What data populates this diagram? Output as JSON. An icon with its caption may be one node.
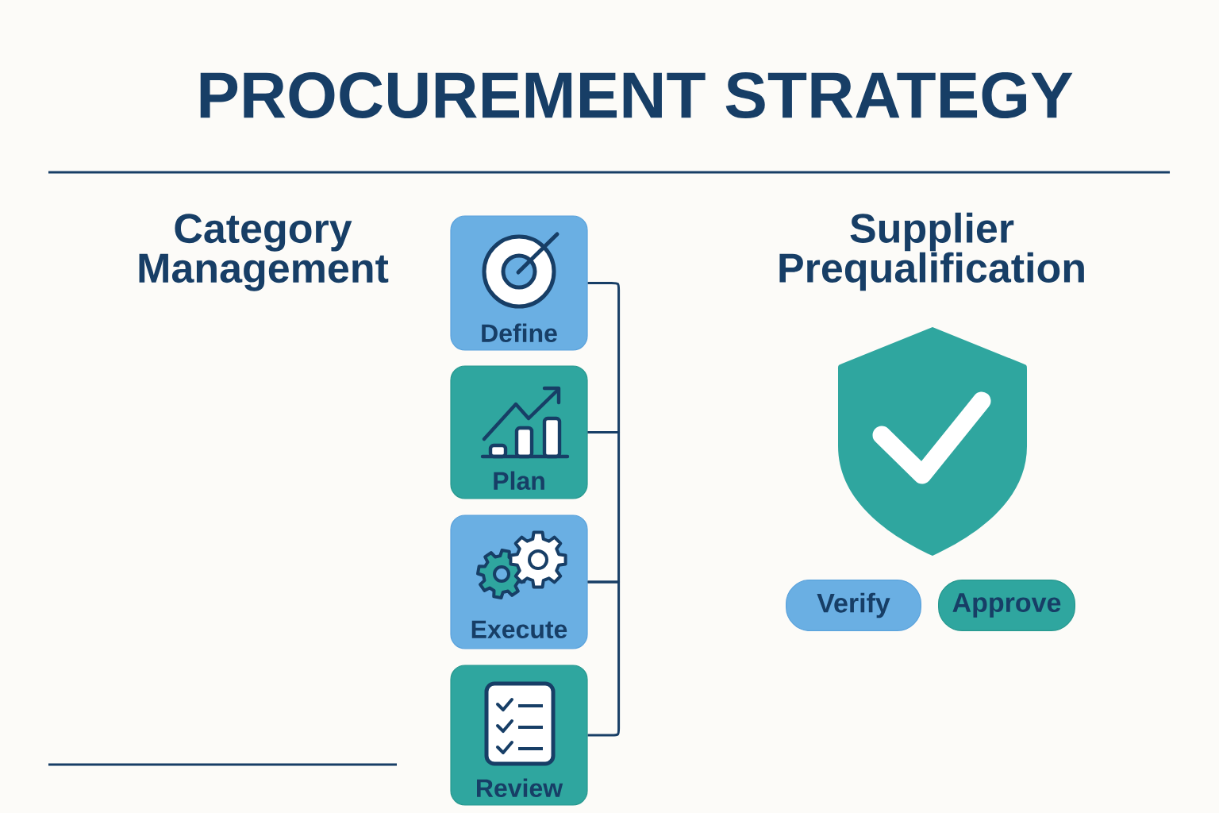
{
  "diagram": {
    "title": "PROCUREMENT STRATEGY",
    "nodes": [
      {
        "text": [
          "Define"
        ]
      },
      {
        "text": [
          "Plan"
        ]
      },
      {
        "text": [
          "Execute"
        ]
      },
      {
        "text": [
          "Review"
        ]
      },
      {
        "text": [
          "Verify"
        ]
      },
      {
        "text": [
          "Approve"
        ]
      }
    ],
    "edges": [
      {
        "from": 0,
        "to": 1,
        "arrow": "none"
      },
      {
        "from": 1,
        "to": 2,
        "arrow": "none"
      },
      {
        "from": 2,
        "to": 3,
        "arrow": "none"
      }
    ],
    "labels": [
      "Category Management",
      "Supplier Prequalification"
    ]
  }
}
